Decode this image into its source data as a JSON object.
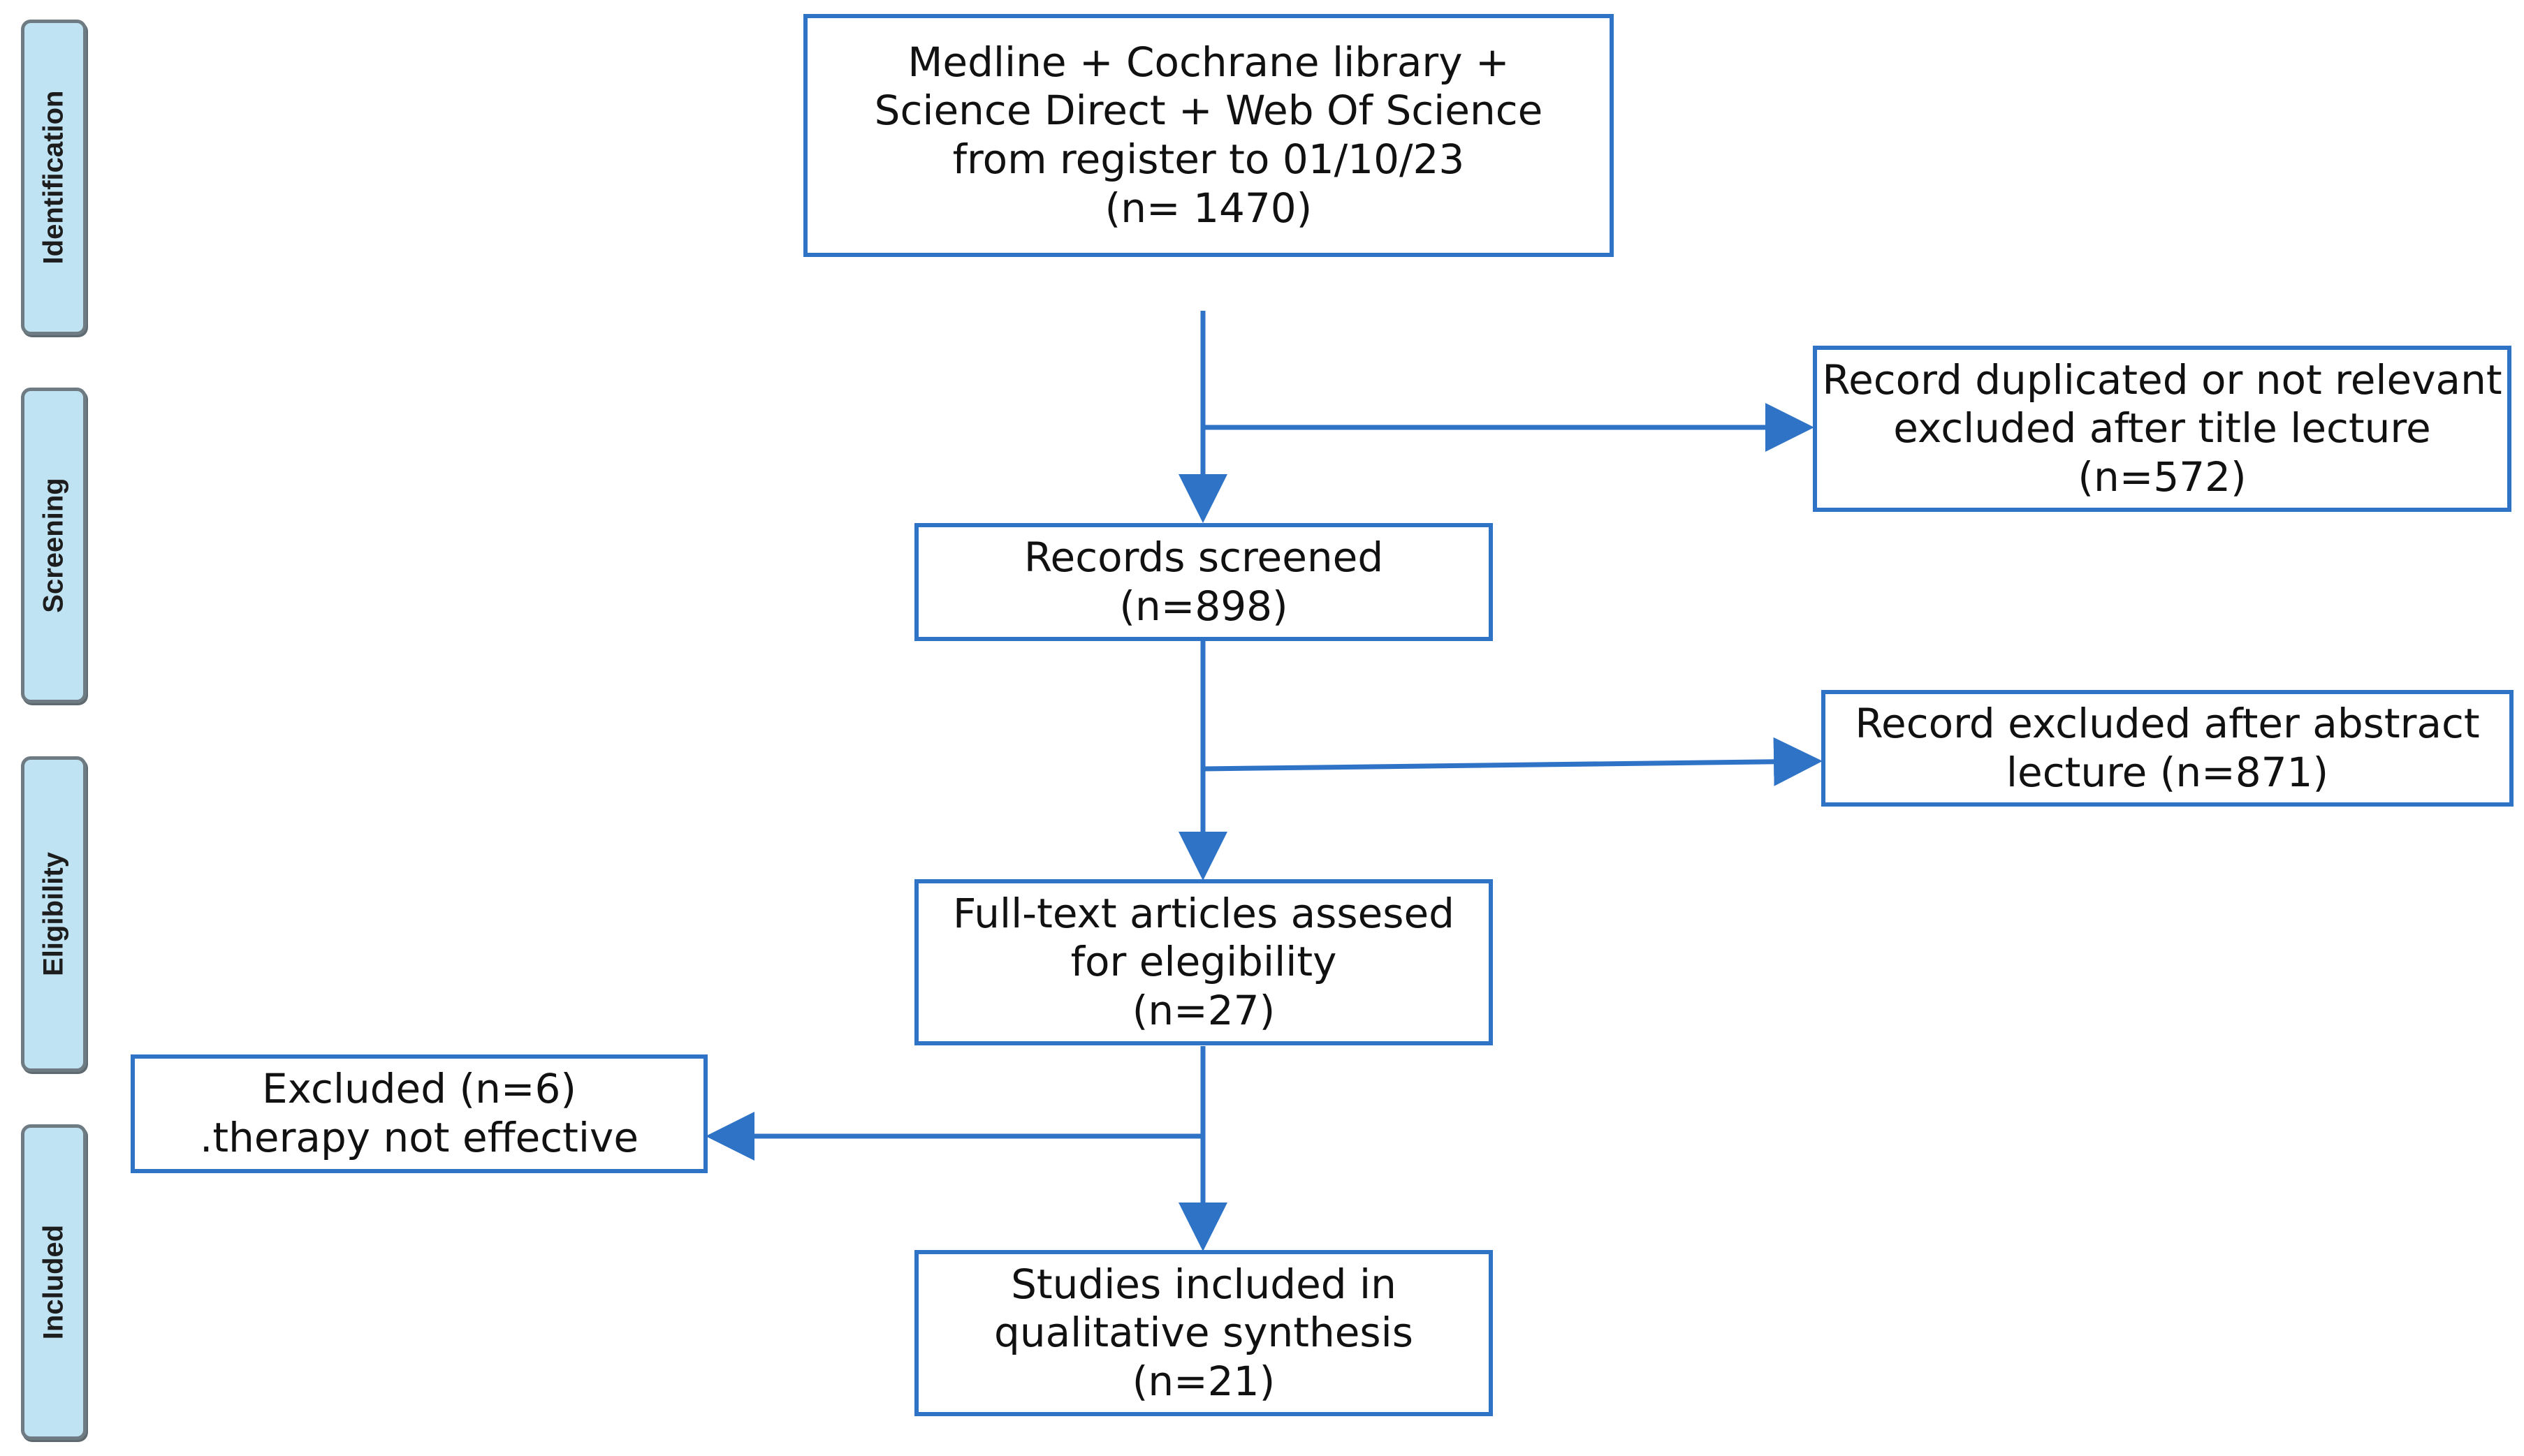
{
  "phases": [
    {
      "id": "identification",
      "label": "Identification"
    },
    {
      "id": "screening",
      "label": "Screening"
    },
    {
      "id": "eligibility",
      "label": "Eligibility"
    },
    {
      "id": "included",
      "label": "Included"
    }
  ],
  "boxes": {
    "identification": "Medline + Cochrane library +\nScience Direct + Web Of Science\nfrom register to 01/10/23\n(n= 1470)",
    "excluded_title": "Record duplicated or not relevant\nexcluded after title lecture\n(n=572)",
    "screened": "Records screened\n(n=898)",
    "excluded_abstract": "Record excluded after abstract\nlecture (n=871)",
    "fulltext": "Full-text articles assesed\nfor elegibility\n(n=27)",
    "excluded_fulltext": "Excluded (n=6)\n.therapy not effective",
    "included": "Studies included in\nqualitative synthesis\n(n=21)"
  },
  "colors": {
    "box_border": "#2f73c7",
    "arrow": "#2f73c7",
    "phase_fill": "#bfe3f2",
    "phase_border": "#6e7b82"
  }
}
